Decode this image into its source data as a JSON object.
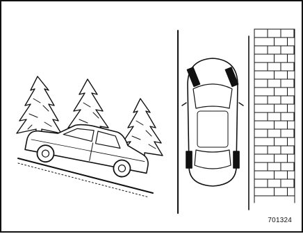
{
  "figure": {
    "code": "701324",
    "colors": {
      "ink": "#111111",
      "paper": "#ffffff"
    },
    "panels": [
      {
        "id": "slope-scene",
        "shows": [
          "tree-icon",
          "tree-icon",
          "tree-icon",
          "car-side-icon",
          "slope-ground"
        ]
      },
      {
        "id": "overhead-scene",
        "shows": [
          "car-top-icon",
          "curb-line",
          "brick-wall"
        ]
      }
    ]
  }
}
